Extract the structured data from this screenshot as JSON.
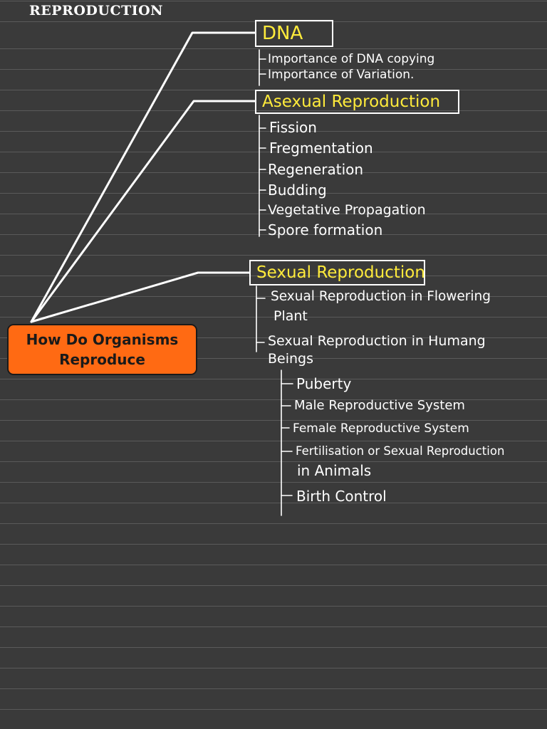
{
  "title": "REPRODUCTION",
  "root": {
    "line1": "How Do Organisms",
    "line2": "Reproduce"
  },
  "branches": {
    "dna": {
      "heading": "DNA",
      "items": [
        "Importance of DNA copying",
        "Importance of Variation."
      ]
    },
    "asexual": {
      "heading": "Asexual Reproduction",
      "items": [
        "Fission",
        "Fregmentation",
        "Regeneration",
        "Budding",
        "Vegetative Propagation",
        "Spore formation"
      ]
    },
    "sexual": {
      "heading": "Sexual Reproduction",
      "items": [
        {
          "line1": "Sexual Reproduction in Flowering",
          "line2": "Plant"
        },
        {
          "line1": "Sexual Reproduction in Humang",
          "line2": "Beings"
        }
      ],
      "human_subitems": [
        "Puberty",
        "Male Reproductive System",
        "Female Reproductive System",
        "Fertilisation or Sexual Reproduction",
        "in Animals",
        "Birth Control"
      ]
    }
  },
  "colors": {
    "background": "#3a3a3a",
    "root_fill": "#ff6a13",
    "heading_text": "#ffeb3b",
    "ink": "#ffffff"
  }
}
